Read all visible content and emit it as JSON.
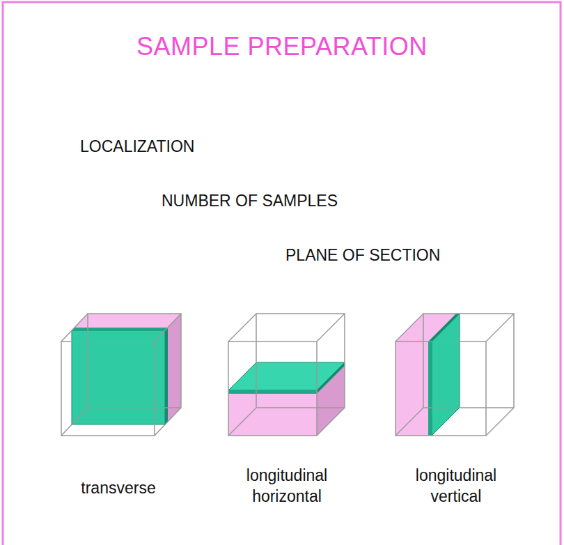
{
  "diagram": {
    "title": "SAMPLE PREPARATION",
    "labels": [
      "LOCALIZATION",
      "NUMBER OF SAMPLES",
      "PLANE OF SECTION",
      "transverse",
      "longitudinal horizontal",
      "longitudinal vertical"
    ]
  }
}
